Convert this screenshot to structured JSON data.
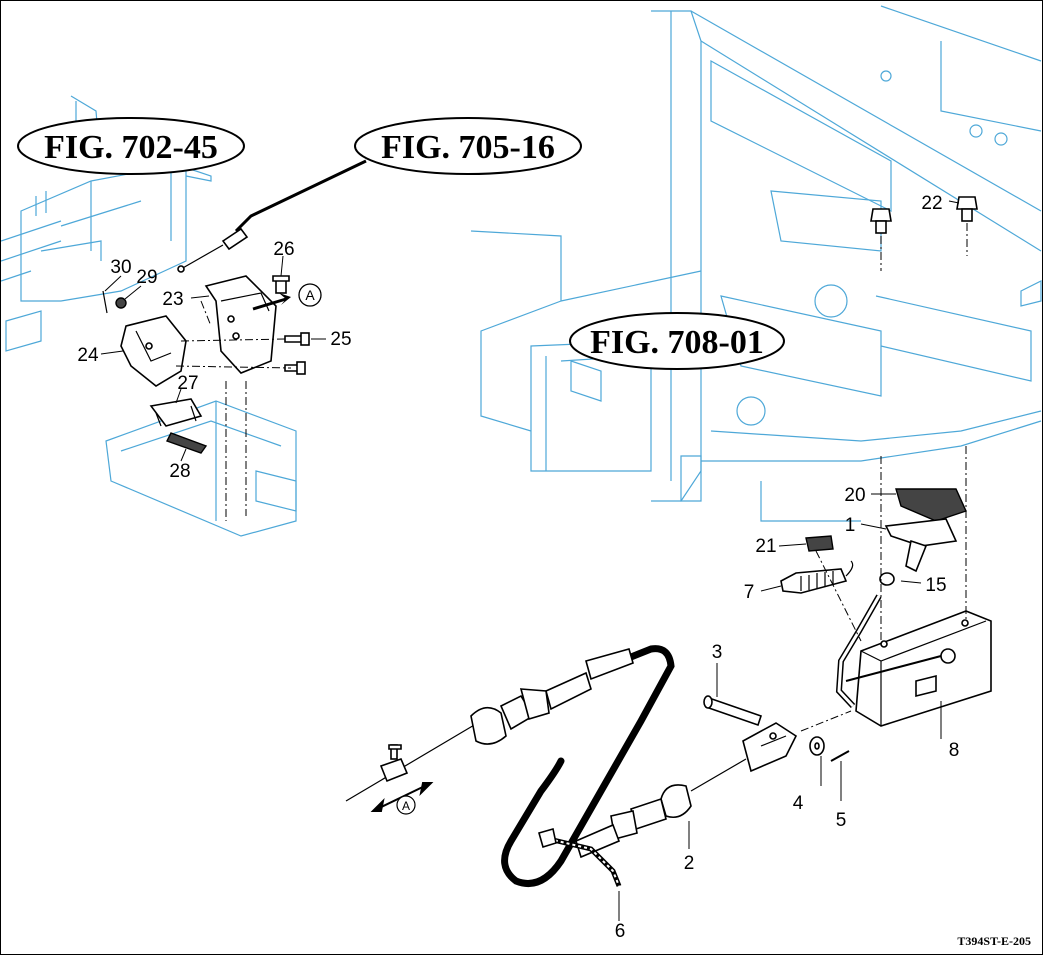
{
  "figure_refs": [
    {
      "id": "fig-702-45",
      "label": "FIG. 702-45"
    },
    {
      "id": "fig-705-16",
      "label": "FIG. 705-16"
    },
    {
      "id": "fig-708-01",
      "label": "FIG. 708-01"
    }
  ],
  "callouts": [
    {
      "id": "c1",
      "label": "1"
    },
    {
      "id": "c2",
      "label": "2"
    },
    {
      "id": "c3",
      "label": "3"
    },
    {
      "id": "c4",
      "label": "4"
    },
    {
      "id": "c5",
      "label": "5"
    },
    {
      "id": "c6",
      "label": "6"
    },
    {
      "id": "c7",
      "label": "7"
    },
    {
      "id": "c8",
      "label": "8"
    },
    {
      "id": "c15",
      "label": "15"
    },
    {
      "id": "c20",
      "label": "20"
    },
    {
      "id": "c21",
      "label": "21"
    },
    {
      "id": "c22",
      "label": "22"
    },
    {
      "id": "c23",
      "label": "23"
    },
    {
      "id": "c24",
      "label": "24"
    },
    {
      "id": "c25",
      "label": "25"
    },
    {
      "id": "c26",
      "label": "26"
    },
    {
      "id": "c27",
      "label": "27"
    },
    {
      "id": "c28",
      "label": "28"
    },
    {
      "id": "c29",
      "label": "29"
    },
    {
      "id": "c30",
      "label": "30"
    }
  ],
  "view_markers": [
    {
      "id": "a-upper",
      "label": "A"
    },
    {
      "id": "a-lower",
      "label": "A"
    }
  ],
  "drawing_code": "T394ST-E-205",
  "colors": {
    "frame_line": "#4ea8d8",
    "part_line": "#000000",
    "background": "#ffffff"
  }
}
